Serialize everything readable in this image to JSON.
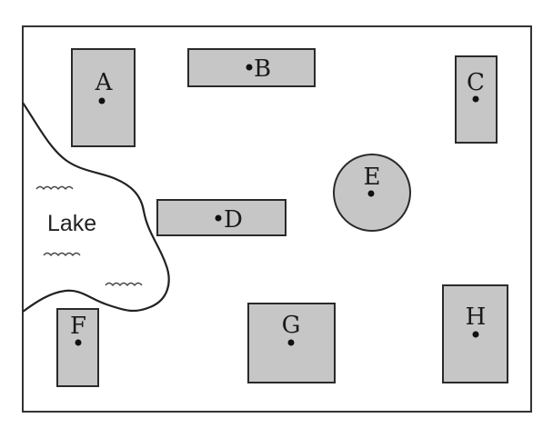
{
  "map": {
    "lake": {
      "label": "Lake"
    },
    "locations": [
      {
        "id": "A",
        "label": "A",
        "shape": "rectangle"
      },
      {
        "id": "B",
        "label": "B",
        "shape": "rectangle"
      },
      {
        "id": "C",
        "label": "C",
        "shape": "rectangle"
      },
      {
        "id": "D",
        "label": "D",
        "shape": "rectangle"
      },
      {
        "id": "E",
        "label": "E",
        "shape": "circle"
      },
      {
        "id": "F",
        "label": "F",
        "shape": "rectangle"
      },
      {
        "id": "G",
        "label": "G",
        "shape": "rectangle"
      },
      {
        "id": "H",
        "label": "H",
        "shape": "rectangle"
      }
    ],
    "colors": {
      "building_fill": "#c6c6c6",
      "outline": "#2a2a2a",
      "background": "#ffffff"
    }
  }
}
